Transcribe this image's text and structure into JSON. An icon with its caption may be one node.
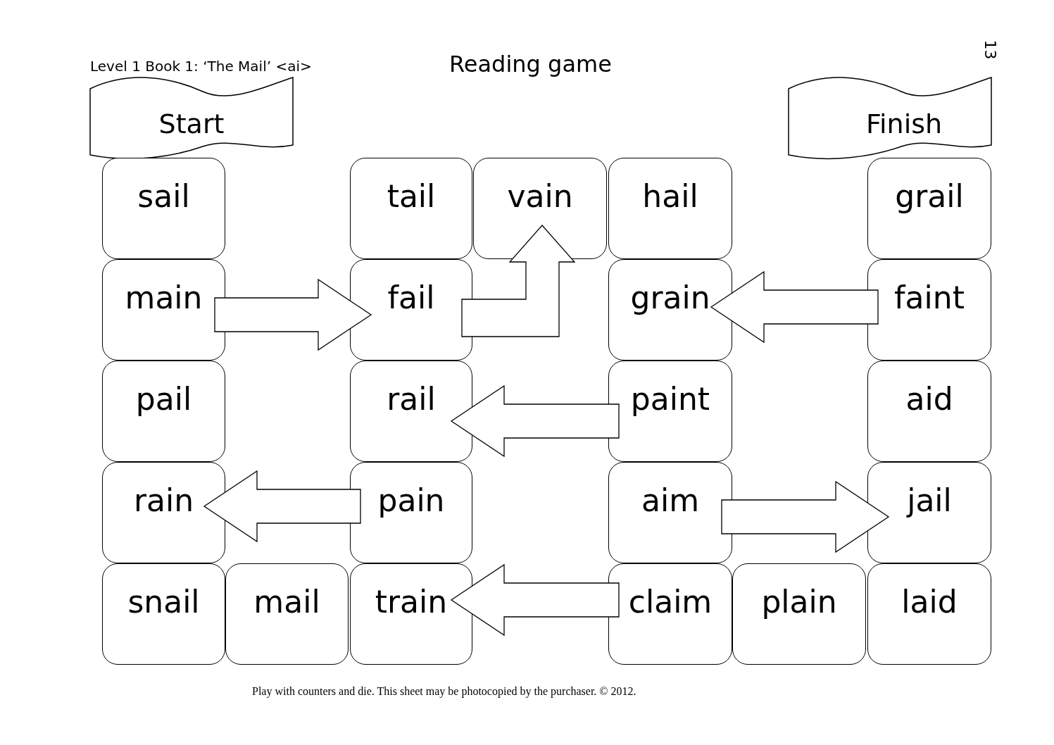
{
  "diagram": {
    "title": "Reading game",
    "nodes": [
      {
        "text": [
          "Start"
        ]
      },
      {
        "text": [
          "Finish"
        ]
      },
      {
        "text": [
          "sail"
        ]
      },
      {
        "text": [
          "tail"
        ]
      },
      {
        "text": [
          "vain"
        ]
      },
      {
        "text": [
          "hail"
        ]
      },
      {
        "text": [
          "grail"
        ]
      },
      {
        "text": [
          "main"
        ]
      },
      {
        "text": [
          "fail"
        ]
      },
      {
        "text": [
          "grain"
        ]
      },
      {
        "text": [
          "faint"
        ]
      },
      {
        "text": [
          "pail"
        ]
      },
      {
        "text": [
          "rail"
        ]
      },
      {
        "text": [
          "paint"
        ]
      },
      {
        "text": [
          "aid"
        ]
      },
      {
        "text": [
          "rain"
        ]
      },
      {
        "text": [
          "pain"
        ]
      },
      {
        "text": [
          "aim"
        ]
      },
      {
        "text": [
          "jail"
        ]
      },
      {
        "text": [
          "snail"
        ]
      },
      {
        "text": [
          "mail"
        ]
      },
      {
        "text": [
          "train"
        ]
      },
      {
        "text": [
          "claim"
        ]
      },
      {
        "text": [
          "plain"
        ]
      },
      {
        "text": [
          "laid"
        ]
      }
    ],
    "edges": [
      {
        "from": 7,
        "to": 8,
        "arrow": "to"
      },
      {
        "from": 8,
        "to": 4,
        "arrow": "to"
      },
      {
        "from": 10,
        "to": 9,
        "arrow": "to"
      },
      {
        "from": 13,
        "to": 12,
        "arrow": "to"
      },
      {
        "from": 16,
        "to": 15,
        "arrow": "to"
      },
      {
        "from": 17,
        "to": 18,
        "arrow": "to"
      },
      {
        "from": 22,
        "to": 21,
        "arrow": "to"
      }
    ],
    "labels": [
      "Level 1 Book 1:  ‘The Mail’  <ai>",
      "13",
      "Play with counters and die.  This sheet may be photocopied by the purchaser. © 2012."
    ]
  }
}
